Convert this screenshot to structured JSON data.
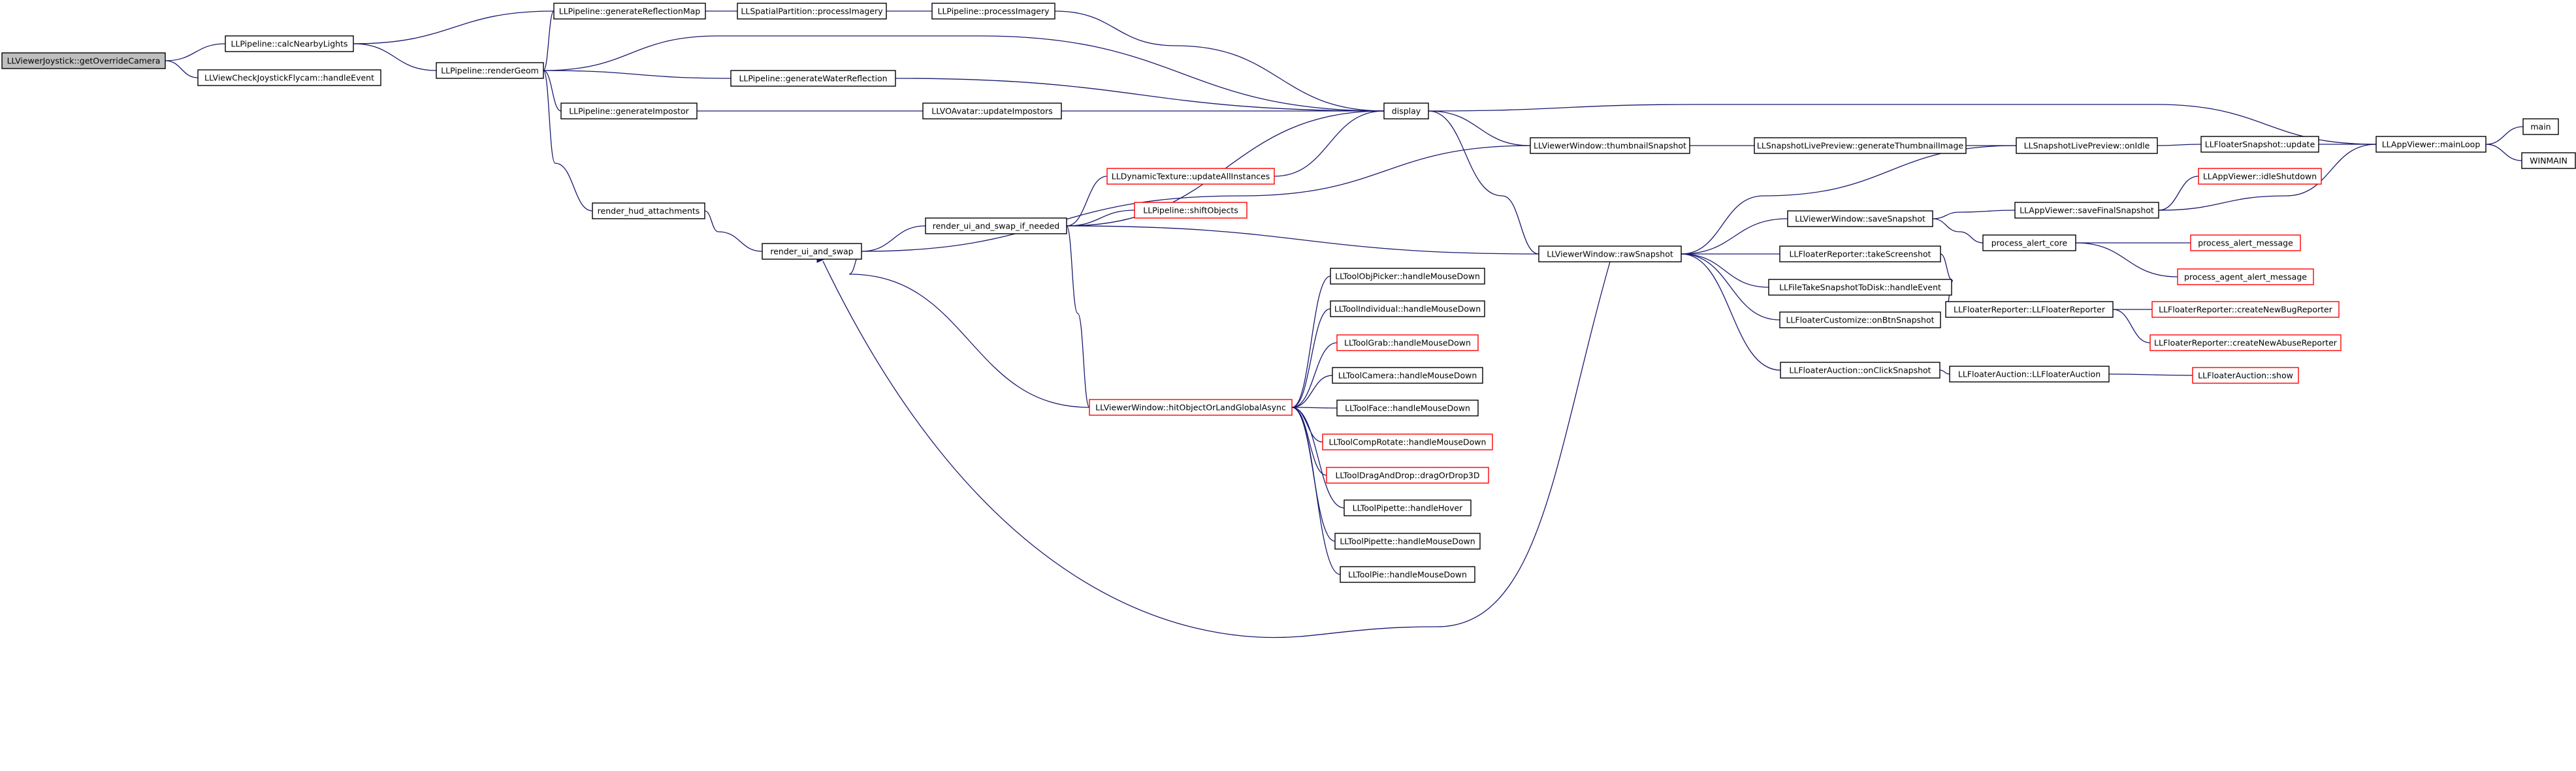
{
  "colors": {
    "edge": "#191970",
    "node_border_documented": "#000000",
    "node_border_undocumented": "#ff0000",
    "root_fill": "#bfbfbf",
    "node_fill": "#ffffff"
  },
  "nodes": [
    {
      "id": "n_getoverride",
      "label": "LLViewerJoystick::getOverrideCamera",
      "kind": "root"
    },
    {
      "id": "n_calcnearby",
      "label": "LLPipeline::calcNearbyLights",
      "kind": "normal"
    },
    {
      "id": "n_flycam",
      "label": "LLViewCheckJoystickFlycam::handleEvent",
      "kind": "normal"
    },
    {
      "id": "n_genrefl",
      "label": "LLPipeline::generateReflectionMap",
      "kind": "normal"
    },
    {
      "id": "n_rendergeom",
      "label": "LLPipeline::renderGeom",
      "kind": "normal"
    },
    {
      "id": "n_spatial",
      "label": "LLSpatialPartition::processImagery",
      "kind": "normal"
    },
    {
      "id": "n_procimg",
      "label": "LLPipeline::processImagery",
      "kind": "normal"
    },
    {
      "id": "n_genwater",
      "label": "LLPipeline::generateWaterReflection",
      "kind": "normal"
    },
    {
      "id": "n_genimp",
      "label": "LLPipeline::generateImpostor",
      "kind": "normal"
    },
    {
      "id": "n_voavatar",
      "label": "LLVOAvatar::updateImpostors",
      "kind": "normal"
    },
    {
      "id": "n_display",
      "label": "display",
      "kind": "normal"
    },
    {
      "id": "n_dyntex",
      "label": "LLDynamicTexture::updateAllInstances",
      "kind": "red"
    },
    {
      "id": "n_hud",
      "label": "render_hud_attachments",
      "kind": "normal"
    },
    {
      "id": "n_shift",
      "label": "LLPipeline::shiftObjects",
      "kind": "red"
    },
    {
      "id": "n_swapneeded",
      "label": "render_ui_and_swap_if_needed",
      "kind": "normal"
    },
    {
      "id": "n_swap",
      "label": "render_ui_and_swap",
      "kind": "normal"
    },
    {
      "id": "n_thumb",
      "label": "LLViewerWindow::thumbnailSnapshot",
      "kind": "normal"
    },
    {
      "id": "n_genthumb",
      "label": "LLSnapshotLivePreview::generateThumbnailImage",
      "kind": "normal"
    },
    {
      "id": "n_onidle",
      "label": "LLSnapshotLivePreview::onIdle",
      "kind": "normal"
    },
    {
      "id": "n_fsupdate",
      "label": "LLFloaterSnapshot::update",
      "kind": "normal"
    },
    {
      "id": "n_mainloop",
      "label": "LLAppViewer::mainLoop",
      "kind": "normal"
    },
    {
      "id": "n_main",
      "label": "main",
      "kind": "normal"
    },
    {
      "id": "n_winmain",
      "label": "WINMAIN",
      "kind": "normal"
    },
    {
      "id": "n_idleshut",
      "label": "LLAppViewer::idleShutdown",
      "kind": "red"
    },
    {
      "id": "n_savefinal",
      "label": "LLAppViewer::saveFinalSnapshot",
      "kind": "normal"
    },
    {
      "id": "n_savesnap",
      "label": "LLViewerWindow::saveSnapshot",
      "kind": "normal"
    },
    {
      "id": "n_rawsnap",
      "label": "LLViewerWindow::rawSnapshot",
      "kind": "normal"
    },
    {
      "id": "n_takescreen",
      "label": "LLFloaterReporter::takeScreenshot",
      "kind": "normal"
    },
    {
      "id": "n_procalert",
      "label": "process_alert_core",
      "kind": "normal"
    },
    {
      "id": "n_alertmsg",
      "label": "process_alert_message",
      "kind": "red"
    },
    {
      "id": "n_agentalert",
      "label": "process_agent_alert_message",
      "kind": "red"
    },
    {
      "id": "n_filetake",
      "label": "LLFileTakeSnapshotToDisk::handleEvent",
      "kind": "normal"
    },
    {
      "id": "n_fcustom",
      "label": "LLFloaterCustomize::onBtnSnapshot",
      "kind": "normal"
    },
    {
      "id": "n_freporter",
      "label": "LLFloaterReporter::LLFloaterReporter",
      "kind": "normal"
    },
    {
      "id": "n_bugrep",
      "label": "LLFloaterReporter::createNewBugReporter",
      "kind": "red"
    },
    {
      "id": "n_abuserep",
      "label": "LLFloaterReporter::createNewAbuseReporter",
      "kind": "red"
    },
    {
      "id": "n_faucsnap",
      "label": "LLFloaterAuction::onClickSnapshot",
      "kind": "normal"
    },
    {
      "id": "n_faucctor",
      "label": "LLFloaterAuction::LLFloaterAuction",
      "kind": "normal"
    },
    {
      "id": "n_faucshow",
      "label": "LLFloaterAuction::show",
      "kind": "red"
    },
    {
      "id": "n_hittest",
      "label": "LLViewerWindow::hitObjectOrLandGlobalAsync",
      "kind": "red"
    },
    {
      "id": "n_objpicker",
      "label": "LLToolObjPicker::handleMouseDown",
      "kind": "normal"
    },
    {
      "id": "n_indiv",
      "label": "LLToolIndividual::handleMouseDown",
      "kind": "normal"
    },
    {
      "id": "n_grab",
      "label": "LLToolGrab::handleMouseDown",
      "kind": "red"
    },
    {
      "id": "n_camera",
      "label": "LLToolCamera::handleMouseDown",
      "kind": "normal"
    },
    {
      "id": "n_face",
      "label": "LLToolFace::handleMouseDown",
      "kind": "normal"
    },
    {
      "id": "n_comprot",
      "label": "LLToolCompRotate::handleMouseDown",
      "kind": "red"
    },
    {
      "id": "n_dragdrop",
      "label": "LLToolDragAndDrop::dragOrDrop3D",
      "kind": "red"
    },
    {
      "id": "n_pipehover",
      "label": "LLToolPipette::handleHover",
      "kind": "normal"
    },
    {
      "id": "n_pipedown",
      "label": "LLToolPipette::handleMouseDown",
      "kind": "normal"
    },
    {
      "id": "n_pie",
      "label": "LLToolPie::handleMouseDown",
      "kind": "normal"
    }
  ],
  "edges": [
    {
      "from": "n_calcnearby",
      "to": "n_getoverride"
    },
    {
      "from": "n_flycam",
      "to": "n_getoverride"
    },
    {
      "from": "n_genrefl",
      "to": "n_calcnearby"
    },
    {
      "from": "n_rendergeom",
      "to": "n_calcnearby"
    },
    {
      "from": "n_spatial",
      "to": "n_genrefl"
    },
    {
      "from": "n_procimg",
      "to": "n_spatial"
    },
    {
      "from": "n_display",
      "to": "n_procimg"
    },
    {
      "from": "n_genrefl",
      "to": "n_rendergeom"
    },
    {
      "from": "n_display",
      "to": "n_rendergeom"
    },
    {
      "from": "n_genwater",
      "to": "n_rendergeom"
    },
    {
      "from": "n_genimp",
      "to": "n_rendergeom"
    },
    {
      "from": "n_hud",
      "to": "n_rendergeom"
    },
    {
      "from": "n_display",
      "to": "n_genwater"
    },
    {
      "from": "n_voavatar",
      "to": "n_genimp"
    },
    {
      "from": "n_display",
      "to": "n_voavatar"
    },
    {
      "from": "n_dyntex",
      "to": "n_display"
    },
    {
      "from": "n_swapneeded",
      "to": "n_display"
    },
    {
      "from": "n_thumb",
      "to": "n_display"
    },
    {
      "from": "n_rawsnap",
      "to": "n_display"
    },
    {
      "from": "n_mainloop",
      "to": "n_display"
    },
    {
      "from": "n_swap",
      "to": "n_hud"
    },
    {
      "from": "n_swapneeded",
      "to": "n_swap"
    },
    {
      "from": "n_thumb",
      "to": "n_swap"
    },
    {
      "from": "n_rawsnap",
      "to": "n_swap"
    },
    {
      "from": "n_hittest",
      "to": "n_swap"
    },
    {
      "from": "n_dyntex",
      "to": "n_swapneeded"
    },
    {
      "from": "n_shift",
      "to": "n_swapneeded"
    },
    {
      "from": "n_rawsnap",
      "to": "n_swapneeded"
    },
    {
      "from": "n_hittest",
      "to": "n_swapneeded"
    },
    {
      "from": "n_genthumb",
      "to": "n_thumb"
    },
    {
      "from": "n_onidle",
      "to": "n_genthumb"
    },
    {
      "from": "n_fsupdate",
      "to": "n_onidle"
    },
    {
      "from": "n_mainloop",
      "to": "n_fsupdate"
    },
    {
      "from": "n_main",
      "to": "n_mainloop"
    },
    {
      "from": "n_winmain",
      "to": "n_mainloop"
    },
    {
      "from": "n_idleshut",
      "to": "n_savefinal"
    },
    {
      "from": "n_mainloop",
      "to": "n_savefinal"
    },
    {
      "from": "n_savefinal",
      "to": "n_savesnap"
    },
    {
      "from": "n_procalert",
      "to": "n_savesnap"
    },
    {
      "from": "n_alertmsg",
      "to": "n_procalert"
    },
    {
      "from": "n_agentalert",
      "to": "n_procalert"
    },
    {
      "from": "n_savesnap",
      "to": "n_rawsnap"
    },
    {
      "from": "n_onidle",
      "to": "n_rawsnap"
    },
    {
      "from": "n_takescreen",
      "to": "n_rawsnap"
    },
    {
      "from": "n_filetake",
      "to": "n_rawsnap"
    },
    {
      "from": "n_fcustom",
      "to": "n_rawsnap"
    },
    {
      "from": "n_faucsnap",
      "to": "n_rawsnap"
    },
    {
      "from": "n_freporter",
      "to": "n_takescreen"
    },
    {
      "from": "n_bugrep",
      "to": "n_freporter"
    },
    {
      "from": "n_abuserep",
      "to": "n_freporter"
    },
    {
      "from": "n_faucctor",
      "to": "n_faucsnap"
    },
    {
      "from": "n_faucshow",
      "to": "n_faucctor"
    },
    {
      "from": "n_objpicker",
      "to": "n_hittest"
    },
    {
      "from": "n_indiv",
      "to": "n_hittest"
    },
    {
      "from": "n_grab",
      "to": "n_hittest"
    },
    {
      "from": "n_camera",
      "to": "n_hittest"
    },
    {
      "from": "n_face",
      "to": "n_hittest"
    },
    {
      "from": "n_comprot",
      "to": "n_hittest"
    },
    {
      "from": "n_dragdrop",
      "to": "n_hittest"
    },
    {
      "from": "n_pipehover",
      "to": "n_hittest"
    },
    {
      "from": "n_pipedown",
      "to": "n_hittest"
    },
    {
      "from": "n_pie",
      "to": "n_hittest"
    }
  ]
}
